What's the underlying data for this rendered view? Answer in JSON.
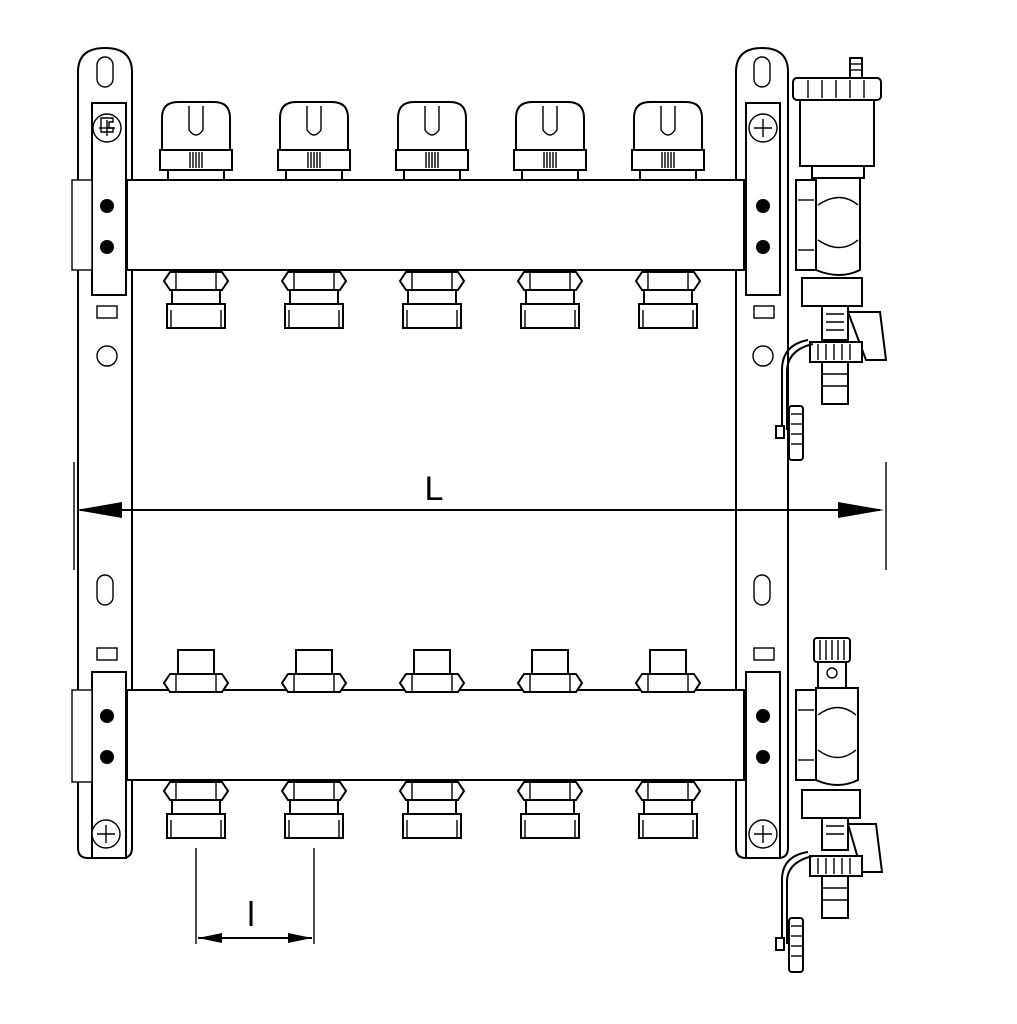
{
  "diagram": {
    "dimension_total_length": "L",
    "dimension_outlet_spacing": "l",
    "outlet_count": 5
  }
}
